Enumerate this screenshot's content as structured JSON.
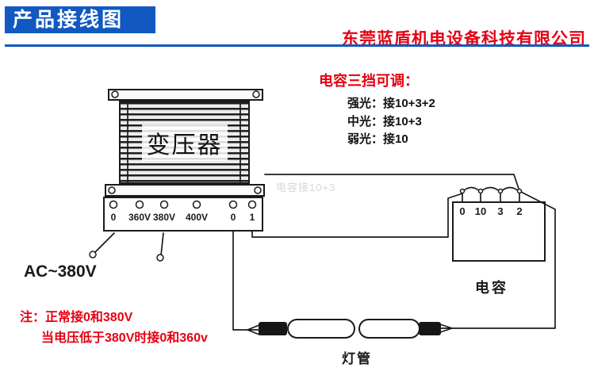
{
  "header": {
    "title": "产品接线图",
    "company": "东莞蓝盾机电设备科技有限公司"
  },
  "colors": {
    "accent_blue": "#1159c1",
    "accent_red": "#e60012",
    "ink": "#1a1a1a"
  },
  "capacitor_guide": {
    "title": "电容三挡可调：",
    "options": [
      "强光：接10+3+2",
      "中光：接10+3",
      "弱光：接10"
    ]
  },
  "transformer": {
    "label": "变压器",
    "terminals": [
      "0",
      "360V",
      "380V",
      "400V",
      "0",
      "1"
    ]
  },
  "ac_input": {
    "label": "AC~380V"
  },
  "notes": [
    "注：正常接0和380V",
    "当电压低于380V时接0和360v"
  ],
  "capacitor": {
    "label": "电容",
    "terminal_labels": [
      "0",
      "10",
      "3",
      "2"
    ]
  },
  "lamp": {
    "label": "灯管"
  },
  "watermark": "电容接10+3"
}
